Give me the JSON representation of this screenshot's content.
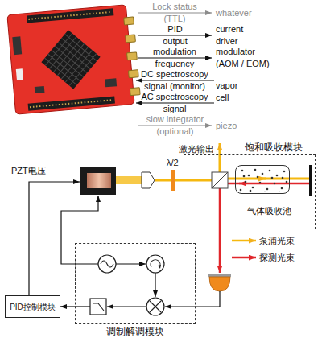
{
  "diagram": {
    "nodes": [
      {
        "text": [
          "饱和吸收模块"
        ]
      },
      {
        "text": [
          "气体吸收池"
        ],
        "in": 0
      },
      {
        "text": [
          "PID控制模块"
        ]
      },
      {
        "text": [
          "调制解调模块"
        ]
      }
    ],
    "edges": [
      {
        "from": 3,
        "to": 2,
        "arrow": "to"
      }
    ],
    "labels": [
      "Lock status (TTL)",
      "whatever",
      "PID output",
      "current driver",
      "modulation frequency",
      "modulator (AOM / EOM)",
      "DC spectroscopy signal (monitor)",
      "vapor cell",
      "AC spectroscopy signal",
      "slow integrator (optional)",
      "piezo",
      "激光输出",
      "λ/2",
      "PZT电压"
    ],
    "legend": [
      {
        "text": "泵浦光束"
      },
      {
        "text": "探测光束"
      }
    ]
  }
}
